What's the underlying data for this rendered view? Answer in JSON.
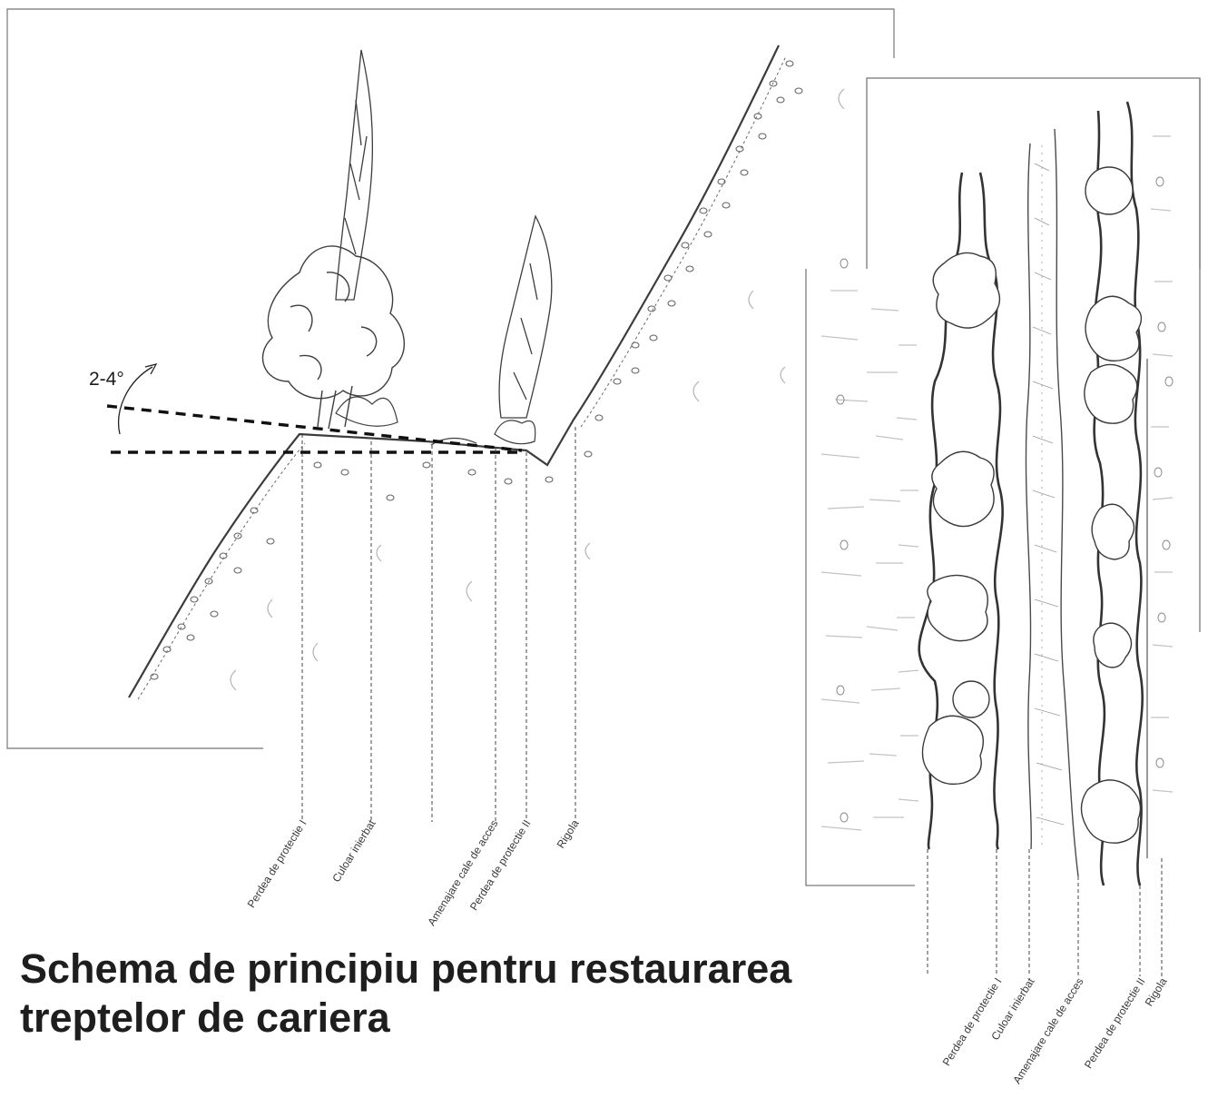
{
  "title": {
    "line1": "Schema de principiu pentru restaurarea",
    "line2": "treptelor de cariera"
  },
  "section": {
    "angle_label": "2-4°",
    "labels": [
      "Perdea de protectie I",
      "Culoar inierbat",
      "Amenajare cale de acces",
      "Perdea de protectie II",
      "Rigola"
    ]
  },
  "plan": {
    "labels": [
      "Perdea de protectie I",
      "Culoar inierbat",
      "Amenajare cale de acces",
      "Perdea de protectie II",
      "Rigola"
    ]
  }
}
